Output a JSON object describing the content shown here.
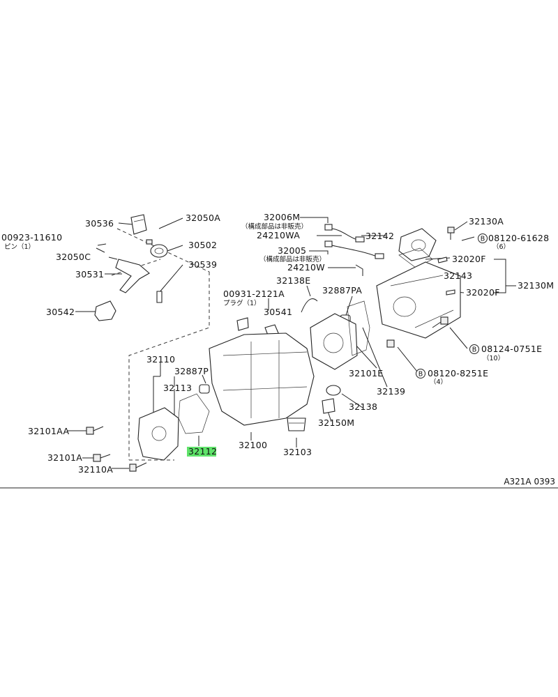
{
  "diagram": {
    "reference_code": "A321A 0393",
    "highlight_color": "#5fe36a",
    "highlighted_part": "32112",
    "labels": {
      "p30536": "30536",
      "p32050A": "32050A",
      "p00923": "00923-11610",
      "p00923_sub": "ピン（1）",
      "p30502": "30502",
      "p32050C": "32050C",
      "p30539": "30539",
      "p30531": "30531",
      "p30542": "30542",
      "p32006M": "32006M",
      "p32006M_sub": "（構成部品は非販売）",
      "p24210WA": "24210WA",
      "p32142": "32142",
      "p32130A": "32130A",
      "p08120_61628": "08120-61628",
      "p08120_61628_qty": "（6）",
      "p32005": "32005",
      "p32005_sub": "（構成部品は非販売）",
      "p32020F_a": "32020F",
      "p24210W": "24210W",
      "p32143": "32143",
      "p32138E": "32138E",
      "p32887PA": "32887PA",
      "p32020F_b": "32020F",
      "p32130M": "32130M",
      "p00931": "00931-2121A",
      "p00931_sub": "プラグ（1）",
      "p30541": "30541",
      "p08124": "08124-0751E",
      "p08124_qty": "（10）",
      "p32110": "32110",
      "p32887P": "32887P",
      "p32101E": "32101E",
      "p08120_8251E": "08120-8251E",
      "p08120_8251E_qty": "（4）",
      "p32113": "32113",
      "p32139": "32139",
      "p32138": "32138",
      "p32101AA": "32101AA",
      "p32150M": "32150M",
      "p32112": "32112",
      "p32100": "32100",
      "p32103": "32103",
      "p32101A": "32101A",
      "p32110A": "32110A",
      "bolt_symbol": "B"
    }
  }
}
